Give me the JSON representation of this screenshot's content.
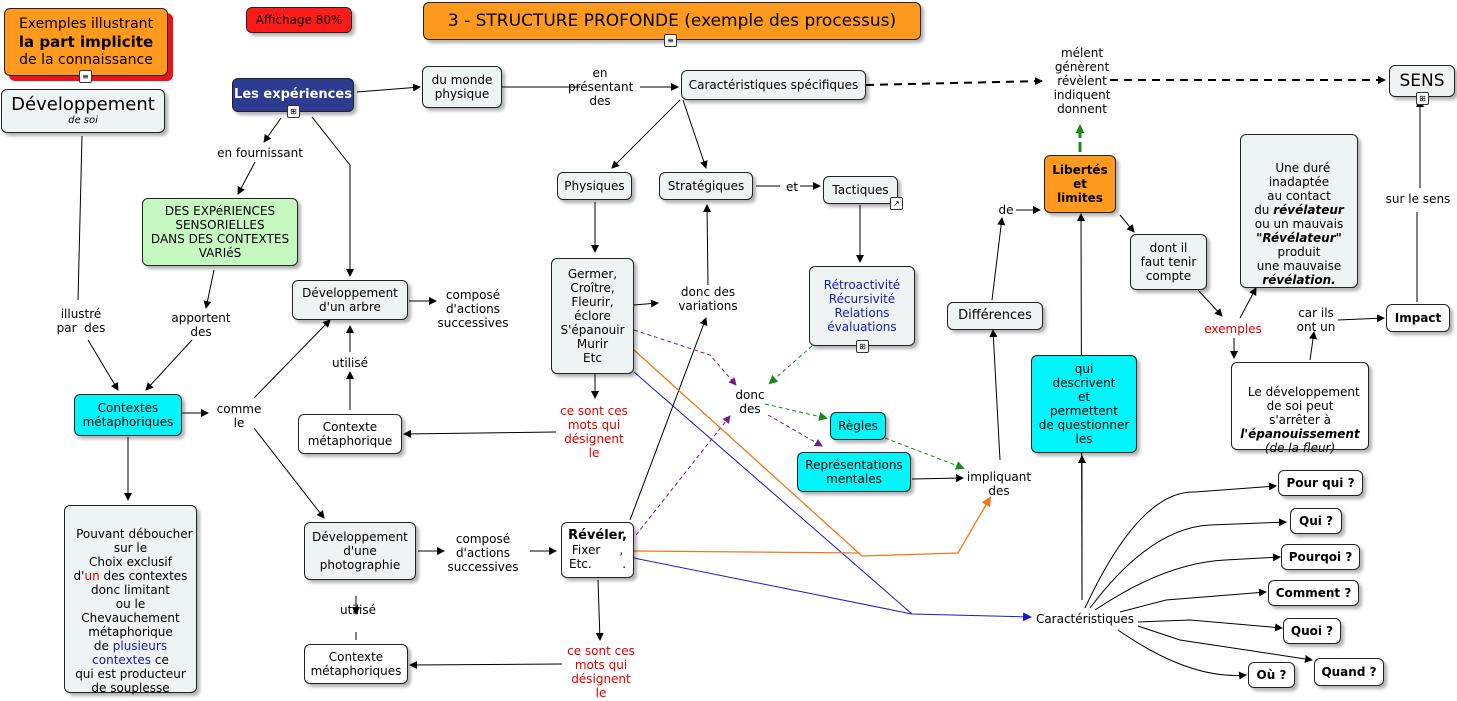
{
  "header": {
    "example_box": {
      "line1": "Exemples illustrant",
      "line2": "la part implicite",
      "line3": "de la connaissance"
    },
    "zoom": "Affichage 80%",
    "title": "3 - STRUCTURE PROFONDE (exemple des processus)"
  },
  "nodes": {
    "developpement": {
      "title": "Développement",
      "sub": "de soi"
    },
    "experiences": "Les expériences",
    "monde_physique": "du monde\nphysique",
    "caracteristiques_specifiques": "Caractéristiques spécifiques",
    "sens": "SENS",
    "physiques": "Physiques",
    "strategiques": "Stratégiques",
    "tactiques": "Tactiques",
    "experiences_sensorielles": "DES EXPéRIENCES\nSENSORIELLES\nDANS DES CONTEXTES\nVARIéS",
    "dev_arbre": "Développement\nd'un arbre",
    "germer": "Germer,\nCroître,\nFleurir,\néclore\nS'épanouir\nMurir\nEtc",
    "retroactivite": "Rétroactivité\nRécursivité\nRelations\névaluations",
    "differences": "Différences",
    "libertes": "Libertés\net\nlimites",
    "dont_il": "dont il\nfaut tenir\ncompte",
    "une_duree": {
      "l1": "Une duré\ninadaptée\nau contact\ndu ",
      "l2": "révélateur",
      "l3": "\nou un mauvais\n",
      "l4": "\"Révélateur\"",
      "l5": "\nproduit\nune mauvaise\n",
      "l6": "révélation."
    },
    "contextes_metaphoriques": "Contextes\nmétaphoriques",
    "contexte_metaphorique_1": "Contexte\nmétaphorique",
    "regles": "Règles",
    "representations": "Représentations\nmentales",
    "qui_descrivent": "qui\ndescrivent\net\npermettent\nde questionner\nles",
    "le_developpement": {
      "l1": "Le développement\nde soi peut\ns'arrêter à\n",
      "l2": "l'épanouissement",
      "l3": "\n(de la fleur)"
    },
    "impact": "Impact",
    "pouvant": {
      "p1": "Pouvant déboucher\nsur le\nChoix exclusif\nd'",
      "un": "un",
      "p2": " des contextes\ndonc limitant\nou le\nChevauchement\nmétaphorique\nde ",
      "plusieurs": "plusieurs\ncontextes",
      "p3": " ce\nqui est producteur\nde souplesse"
    },
    "dev_photo": "Développement\nd'une\nphotographie",
    "reveler": {
      "bold": "Révéler,",
      "rest": "Fixer     ,\nEtc.        ."
    },
    "contexte_metaphorique_2": "Contexte\nmétaphoriques",
    "pour_qui": "Pour qui ?",
    "qui": "Qui ?",
    "pourquoi": "Pourqoi ?",
    "comment": "Comment ?",
    "quoi": "Quoi ?",
    "quand": "Quand ?",
    "ou": "Où ?"
  },
  "labels": {
    "en_presentant": "en\nprésentant\ndes",
    "melent": "mélent\ngénèrent\nrévèlent\nindiquent\ndonnent",
    "en_fournissant": "en fournissant",
    "et": "et",
    "sur_le_sens": "sur le sens",
    "de": "de",
    "illustre": "illustré\npar  des",
    "apportent": "apportent\ndes",
    "compose_1": "composé\nd'actions\nsuccessives",
    "donc_variations": "donc des\nvariations",
    "car_ils": "car ils\nont un",
    "exemples": "exemples",
    "utilise_1": "utilisé",
    "comme_le": "comme\nle",
    "donc_des": "donc\ndes",
    "ce_sont_1": "ce sont ces\nmots qui\ndésignent\nle",
    "impliquant": "impliquant\ndes",
    "compose_2": "composé\nd'actions\nsuccessives",
    "utilise_2": "utilisé",
    "ce_sont_2": "ce sont ces\nmots qui\ndésignent\nle",
    "caracteristiques": "Caractéristiques"
  },
  "colors": {
    "cyan": "#00f6fb",
    "orange": "#ff9a1f",
    "navy": "#2d3b90",
    "green_box": "#c6f9c0",
    "red_box": "#ff1a1a",
    "node_bg": "#eef3f4",
    "arrow_green": "#1a8a1a",
    "arrow_purple": "#7a1a8a",
    "arrow_blue": "#1a1acc",
    "arrow_orange": "#f07818",
    "text_red": "#e00000",
    "text_blue": "#1a1aaa"
  }
}
